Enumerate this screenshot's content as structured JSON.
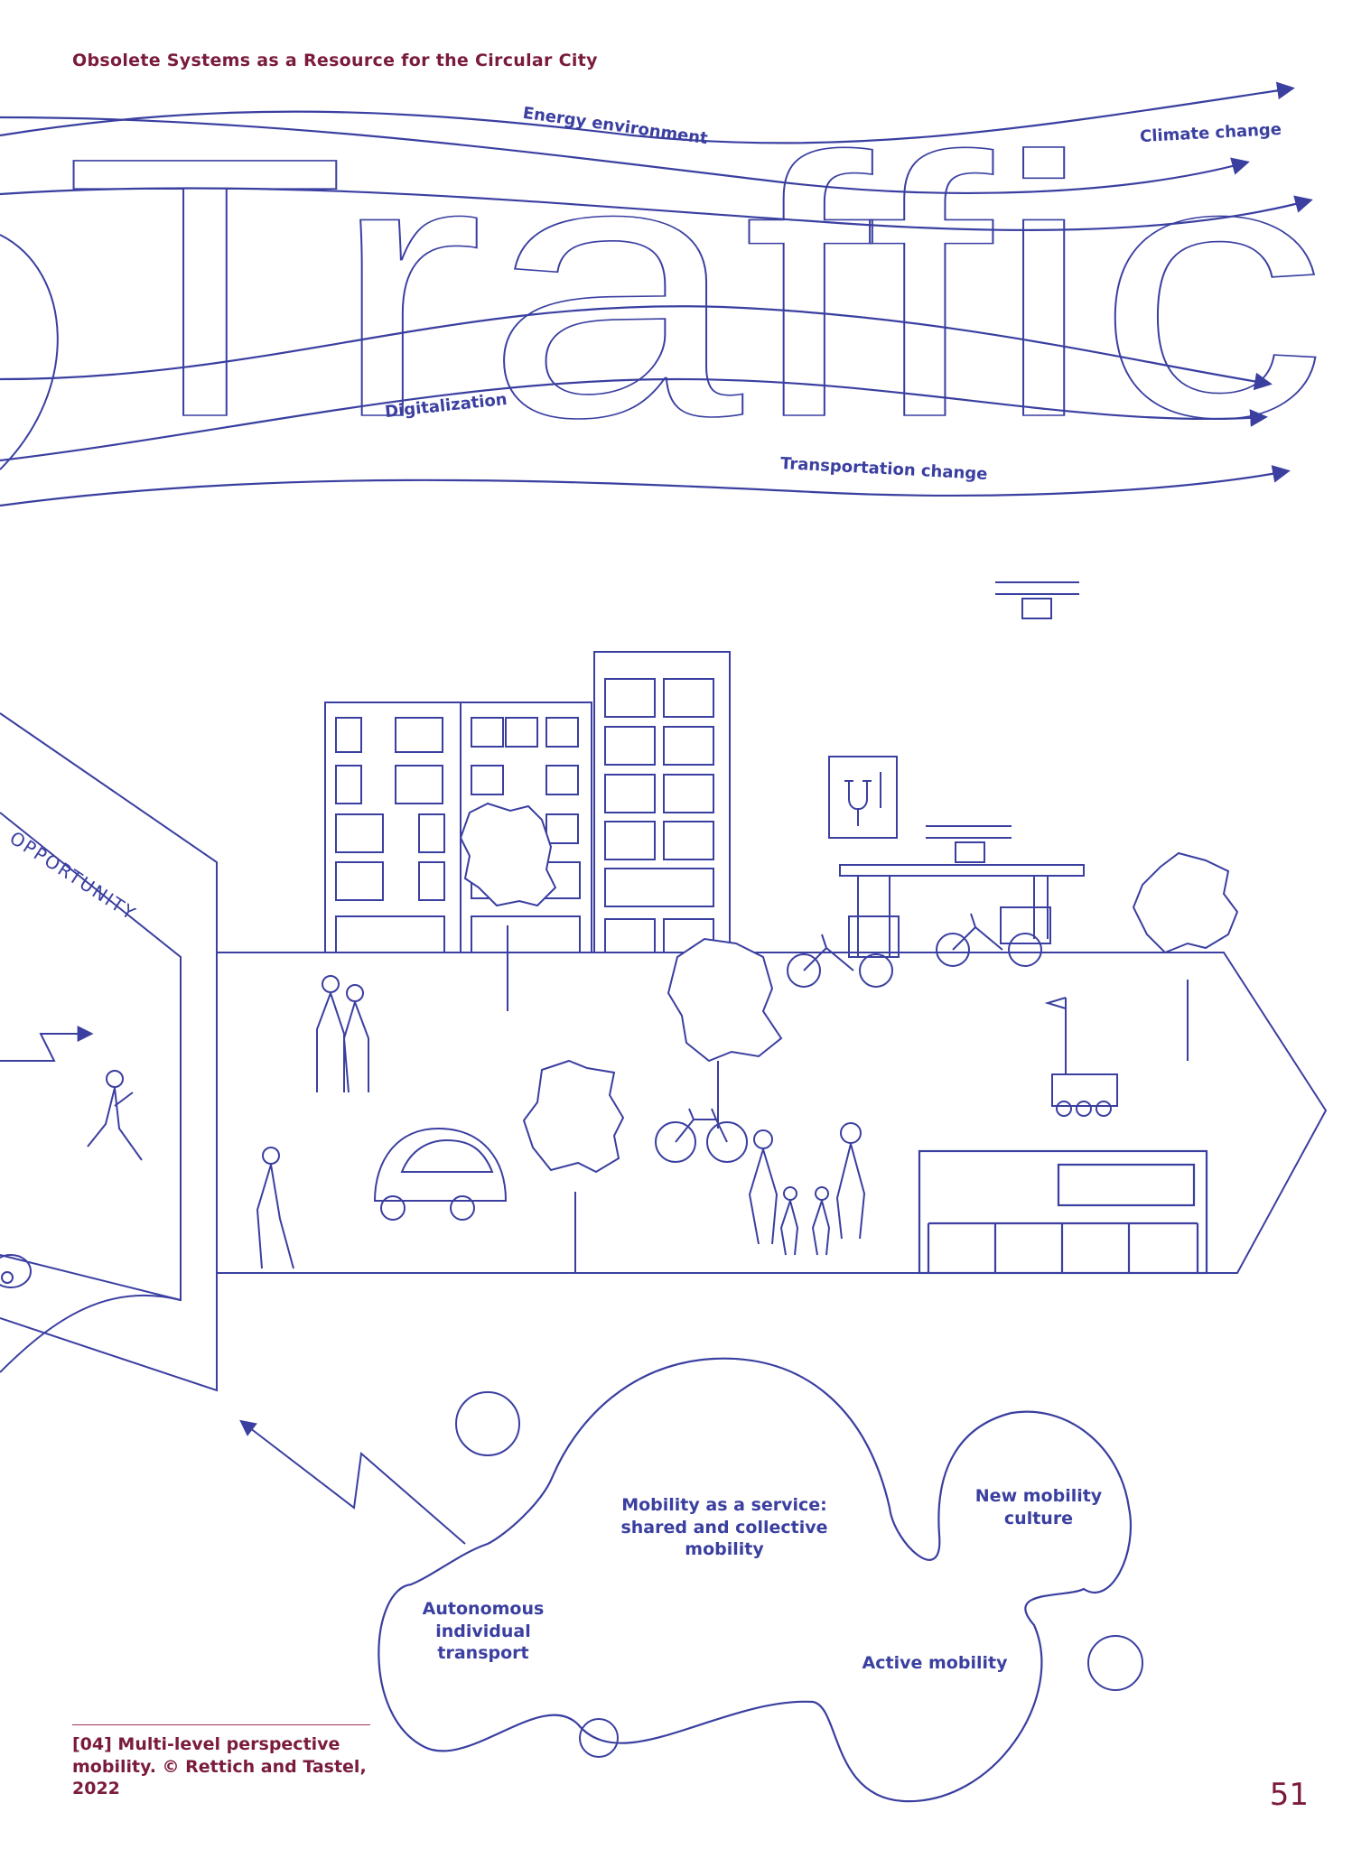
{
  "header": {
    "running_title": "Obsolete Systems as a Resource for the Circular City"
  },
  "title_word": "Traffic",
  "trend_labels": {
    "energy": "Energy environment",
    "climate": "Climate change",
    "digital": "Digitalization",
    "transport": "Transportation change"
  },
  "opportunity_label": "OPPORTUNITY",
  "niches": {
    "maas": "Mobility as a service: shared and collective mobility",
    "new_culture": "New mobility culture",
    "autonomous": "Autonomous individual transport",
    "active": "Active mobility"
  },
  "caption": "[04] Multi-level perspective mobility. © Rettich and Tastel, 2022",
  "page_number": "51",
  "colors": {
    "line": "#3a3fa0",
    "accent": "#7a1b3d"
  }
}
